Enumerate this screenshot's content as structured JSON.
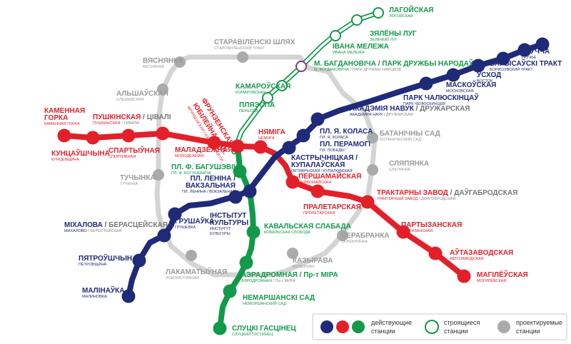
{
  "colors": {
    "blue": "#1f2a78",
    "red": "#e3202a",
    "green": "#12994a",
    "gray_line": "#d4d4d4",
    "gray_station": "#aaaaaa",
    "purple_ring": "#7a3f7e"
  },
  "stations": [
    {
      "id": "urucca",
      "main": "УРУЧЧА",
      "sub": "УРУЧЬЕ",
      "color": "blue"
    },
    {
      "id": "barysauski",
      "main": "БАРЫСАЎСКІ ТРАКТ",
      "sub": "БОРИСОВСКИЙ ТРАКТ",
      "color": "blue"
    },
    {
      "id": "uskhod",
      "main": "УСХОД",
      "sub": "ВОСТОК",
      "color": "blue"
    },
    {
      "id": "maskouskaja",
      "main": "МАСКОЎСКАЯ",
      "sub": "МОСКОВСКАЯ",
      "color": "blue"
    },
    {
      "id": "chaluskincau",
      "main": "ПАРК ЧАЛЮСКІНЦАЎ",
      "sub": "ПАРК ЧЕЛЮСКИНЦЕВ",
      "color": "blue"
    },
    {
      "id": "akademija",
      "main": "АКАДЭМІЯ НАВУК",
      "main2": "ДРУЖАРСКАЯ",
      "sub": "АКАДЕМИЯ НАУК",
      "sub2": "ДРУЖАРСКАЯ",
      "color": "blue"
    },
    {
      "id": "kolasa",
      "main": "ПЛ. Я. КОЛАСА",
      "sub": "ПЛ. Я. КОЛАСА",
      "color": "blue"
    },
    {
      "id": "peramogi",
      "main": "ПЛ. ПЕРАМОГІ",
      "sub": "ПЛ. ПОБЕДЫ",
      "color": "blue"
    },
    {
      "id": "kastrychnickaja",
      "main": "КАСТРЫЧНІЦКАЯ /",
      "main_b": "КУПАЛАЎСКАЯ",
      "sub": "ОКТЯБРЬСКАЯ / КУПАЛОВСКАЯ",
      "color": "blue"
    },
    {
      "id": "lenina",
      "main": "ПЛ. ЛЕНІНА /",
      "main_b": "ВАКЗАЛЬНАЯ",
      "sub": "ПЛ. ЛЕНИНА / ВОКЗАЛЬНАЯ",
      "color": "blue"
    },
    {
      "id": "instytut",
      "main": "ІНСТЫТУТ",
      "main_b": "КУЛЬТУРЫ",
      "sub": "ИНСТИТУТ",
      "sub_b": "КУЛЬТУРЫ",
      "color": "blue"
    },
    {
      "id": "hrushauka",
      "main": "ГРУШАЎКА",
      "sub": "ГРУШЕВКА",
      "color": "blue"
    },
    {
      "id": "mikhalova",
      "main": "МІХАЛОВА",
      "main2": "БЕРАСЦЕЙСКАЯ",
      "sub": "МИХАЛОВО",
      "sub2": "БЕРЕСТЕЙСКАЯ",
      "color": "blue"
    },
    {
      "id": "piatrouschyna",
      "main": "ПЯТРОЎШЧЫНА",
      "sub": "ПЕТРОВЩИНА",
      "color": "blue"
    },
    {
      "id": "malinauka",
      "main": "МАЛІНАЎКА",
      "sub": "МАЛИНОВКА",
      "color": "blue"
    },
    {
      "id": "kamennaja",
      "main": "КАМЕННАЯ",
      "main_b": "ГОРКА",
      "sub": "КАМЕННАЯ ГОРКА",
      "color": "red"
    },
    {
      "id": "kuncauschyna",
      "main": "КУНЦАЎШЧЫНА",
      "sub": "КУНЦЕВЩИНА",
      "color": "red"
    },
    {
      "id": "pushkinskaja",
      "main": "ПУШКІНСКАЯ",
      "main2": "ЦІВАЛІ",
      "sub": "ПУШКИНСКАЯ",
      "sub2": "ТИВАЛИ",
      "color": "red"
    },
    {
      "id": "sputnik",
      "main": "СПАРТЫЎНАЯ",
      "sub": "СПОРТИВНАЯ",
      "color": "red"
    },
    {
      "id": "maladzezhnaja",
      "main": "МАЛАДЗЁЖНАЯ",
      "sub": "МОЛОДЁЖНАЯ",
      "color": "red"
    },
    {
      "id": "frunzenskaja",
      "main": "ФРУНЗЕНСКАЯ /",
      "main_b": "ЮБІЛЕЙНАЯ ПЛ.",
      "sub": "ФРУНЗЕНСКАЯ / ЮБИЛЕЙНАЯ ПЛ.",
      "color": "red"
    },
    {
      "id": "niamiha",
      "main": "НЯМІГА",
      "sub": "НЕМИГА",
      "color": "red"
    },
    {
      "id": "pershamajskaja",
      "main": "ПЕРШАМАЙСКАЯ",
      "sub": "ПЕРВОМАЙСКАЯ",
      "color": "red"
    },
    {
      "id": "praletarskaja",
      "main": "ПРАЛЕТАРСКАЯ",
      "sub": "ПРОЛЕТАРСКАЯ",
      "color": "red"
    },
    {
      "id": "traktarny",
      "main": "ТРАКТАРНЫ ЗАВОД",
      "main2": "ДАЎГАБРОДСКАЯ",
      "sub": "ТРАКТОРНЫЙ ЗАВОД",
      "sub2": "ДОЛГОБРОДСКАЯ",
      "color": "red"
    },
    {
      "id": "partyzanskaja",
      "main": "ПАРТЫЗАНСКАЯ",
      "sub": "ПАРТИЗАНСКАЯ",
      "color": "red"
    },
    {
      "id": "autazavodskaja",
      "main": "АЎТАЗАВОДСКАЯ",
      "sub": "АВТОЗАВОДСКАЯ",
      "color": "red"
    },
    {
      "id": "mahiliouskaja",
      "main": "МАГІЛЁЎСКАЯ",
      "sub": "МОГИЛЁВСКАЯ",
      "color": "red"
    },
    {
      "id": "kamarouskaja",
      "main": "КАМАРОЎСКАЯ",
      "sub": "КОМАРОВСКАЯ",
      "color": "green"
    },
    {
      "id": "pjarespa",
      "main": "ПЛЯЭСПА",
      "sub": "ПЕРЕСПА",
      "color": "green"
    },
    {
      "id": "bahushevicha",
      "main": "ПЛ. Ф. БАГУШЭВІЧА",
      "sub": "ПЛ. Ф. БОГУШЕВИЧА",
      "color": "green"
    },
    {
      "id": "kavalskaja",
      "main": "КАВАЛЬСКАЯ СЛАБАДА",
      "sub": "КОВАЛЬСКАЯ СЛОБОДА",
      "color": "green"
    },
    {
      "id": "aerodromnaja",
      "main": "АЭРАДРОМНАЯ",
      "main2": "Пр-т МІРА",
      "sub": "АЭРОДРОМНАЯ",
      "sub2": "Пр-т МИРА",
      "color": "green"
    },
    {
      "id": "nemarshanski",
      "main": "НЕМАРШАНСКІ САД",
      "sub": "НЕМОРШАНСКИЙ САД",
      "color": "green"
    },
    {
      "id": "slucki",
      "main": "СЛУЦКІ ГАСЦІНЕЦ",
      "sub": "СЛУЦКИЙ ГОСТИНЕЦ",
      "color": "green"
    },
    {
      "id": "lahojskaja",
      "main": "ЛАГОЙСКАЯ",
      "sub": "ЛОГОЙСКАЯ",
      "color": "green"
    },
    {
      "id": "zialiony",
      "main": "ЗЯЛЁНЫ ЛУГ",
      "sub": "ЗЕЛЁНЫЙ ЛУГ",
      "color": "green"
    },
    {
      "id": "ivana",
      "main": "ІВАНА МЕЛЕЖА",
      "sub": "ИВАНА МЕЛЕЖА",
      "color": "green"
    },
    {
      "id": "bahdanovicha",
      "main": "М. БАГДАНОВІЧА",
      "main2": "ПАРК ДРУЖБЫ НАРОДАЎ",
      "sub": "М. БОГДАНОВИЧА",
      "sub2": "ПАРК ДРУЖБЫ НАРОДОВ",
      "color": "green"
    },
    {
      "id": "staravilenski",
      "main": "СТАРАВІЛЕНСКІ ШЛЯХ",
      "sub": "СТАРОВИЛЕНСКИЙ ТРАКТ",
      "color": "gray"
    },
    {
      "id": "vjasnjanka",
      "main": "ВЯСНЯНКА",
      "sub": "ВЕСНЯНКА",
      "color": "gray"
    },
    {
      "id": "alshauskaja",
      "main": "АЛЬШАЎСКАЯ",
      "sub": "ОЛЬШЕВСКАЯ",
      "color": "gray"
    },
    {
      "id": "tuchynka",
      "main": "ТУЧЫНКА",
      "sub": "ТУЧИНКА",
      "color": "gray"
    },
    {
      "id": "batanichny",
      "main": "БАТАНІЧНЫ САД",
      "sub": "БОТАНИЧЕСКИЙ САД",
      "color": "gray"
    },
    {
      "id": "sliapianka",
      "main": "СЛЯПЯНКА",
      "sub": "СЛЕПЯНКА",
      "color": "gray"
    },
    {
      "id": "serabranka",
      "main": "СЕРАБРАНКА",
      "sub": "СЕРЕБРЯНКА",
      "color": "gray"
    },
    {
      "id": "kazyreva",
      "main": "КАЗЫРАВА",
      "sub": "КОЗЫРЕВО",
      "color": "gray"
    },
    {
      "id": "lakamatyunaja",
      "main": "ЛАКАМАТЫЎНАЯ",
      "sub": "ЛОКОМОТИВНАЯ",
      "color": "gray"
    }
  ],
  "legend": {
    "existing": "действующие станции",
    "construction": "строящиеся станции",
    "planned": "проектируемые станции"
  }
}
